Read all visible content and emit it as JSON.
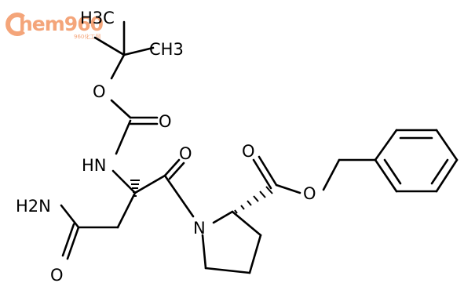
{
  "watermark": {
    "brand": "hem960",
    "sub": "960化工网"
  },
  "atoms": {
    "ch3_top": "H3C",
    "ch3_right": "CH3",
    "o_ester_boc": "O",
    "o_carbonyl_boc": "O",
    "nh": "HN",
    "o_amide_carbonyl": "O",
    "o_ester_carbonyl": "O",
    "o_ester_link": "O",
    "h2n": "H2N",
    "n_ring": "N",
    "o_bottom": "O"
  },
  "colors": {
    "bond": "#000000",
    "logo": "#f4a57a"
  }
}
